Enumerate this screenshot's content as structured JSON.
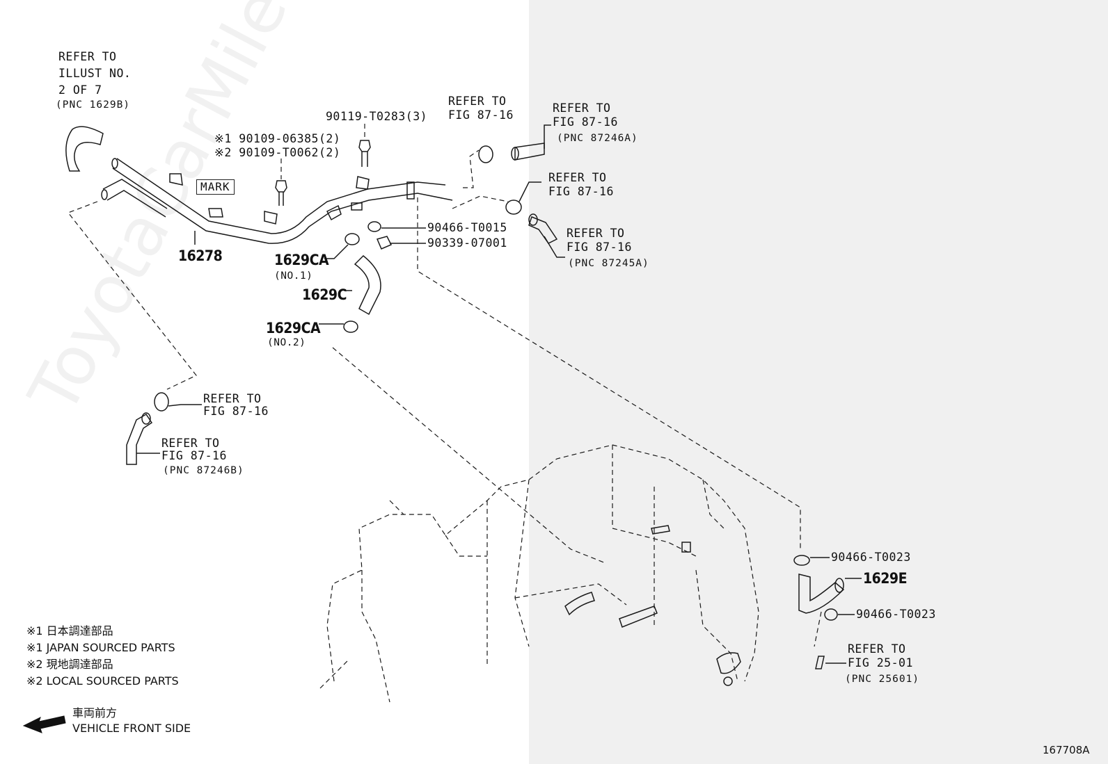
{
  "labels": {
    "refer_illust": [
      "REFER TO",
      "ILLUST NO.",
      "2 OF 7",
      "(PNC 1629B)"
    ],
    "bolt_top": "90119-T0283(3)",
    "bolt1": "※1 90109-06385(2)",
    "bolt2": "※2 90109-T0062(2)",
    "mark": "MARK",
    "pipe": "16278",
    "clamp_no1": "1629CA",
    "clamp_no1_sub": "(NO.1)",
    "hose_c": "1629C",
    "clamp_no2": "1629CA",
    "clamp_no2_sub": "(NO.2)",
    "clip_t0015": "90466-T0015",
    "plug_07001": "90339-07001",
    "refer_a": [
      "REFER TO",
      "FIG 87-16"
    ],
    "refer_b": [
      "REFER TO",
      "FIG 87-16",
      "(PNC 87246A)"
    ],
    "refer_c": [
      "REFER TO",
      "FIG 87-16"
    ],
    "refer_d": [
      "REFER TO",
      "FIG 87-16",
      "(PNC 87245A)"
    ],
    "refer_e": [
      "REFER TO",
      "FIG 87-16"
    ],
    "refer_f": [
      "REFER TO",
      "FIG 87-16",
      "(PNC 87246B)"
    ],
    "clip_t0023_top": "90466-T0023",
    "hose_e": "1629E",
    "clip_t0023_bottom": "90466-T0023",
    "refer_g": [
      "REFER TO",
      "FIG 25-01",
      "(PNC 25601)"
    ]
  },
  "notes": [
    "※1 日本調達部品",
    "※1 JAPAN SOURCED PARTS",
    "※2 現地調達部品",
    "※2 LOCAL SOURCED PARTS"
  ],
  "direction": {
    "jp": "車両前方",
    "en": "VEHICLE FRONT SIDE",
    "icon": "arrow-left-icon"
  },
  "figure_id": "167708A",
  "watermark": "ToyotaCarMile.ru"
}
